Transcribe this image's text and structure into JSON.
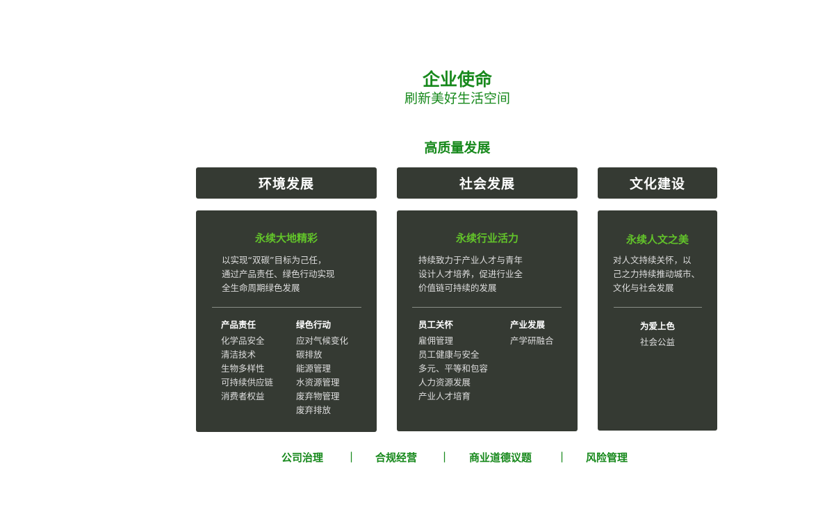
{
  "mission": {
    "title": "企业使命",
    "subtitle": "刷新美好生活空间"
  },
  "section_title": "高质量发展",
  "pillars": [
    {
      "header": "环境发展",
      "title": "永续大地精彩",
      "desc": [
        "以实现“双碳”目标为己任，",
        "通过产品责任、绿色行动实现",
        "全生命周期绿色发展"
      ],
      "columns": [
        {
          "heading": "产品责任",
          "items": [
            "化学品安全",
            "清洁技术",
            "生物多样性",
            "可持续供应链",
            "消费者权益"
          ]
        },
        {
          "heading": "绿色行动",
          "items": [
            "应对气候变化",
            "碳排放",
            "能源管理",
            "水资源管理",
            "废弃物管理",
            "废弃排放"
          ]
        }
      ]
    },
    {
      "header": "社会发展",
      "title": "永续行业活力",
      "desc": [
        "持续致力于产业人才与青年",
        "设计人才培养，促进行业全",
        "价值链可持续的发展"
      ],
      "columns": [
        {
          "heading": "员工关怀",
          "items": [
            "雇佣管理",
            "员工健康与安全",
            "多元、平等和包容",
            "人力资源发展",
            "产业人才培育"
          ]
        },
        {
          "heading": "产业发展",
          "items": [
            "产学研融合"
          ]
        }
      ]
    },
    {
      "header": "文化建设",
      "title": "永续人文之美",
      "desc": [
        "对人文持续关怀，以",
        "己之力持续推动城市、",
        "文化与社会发展"
      ],
      "columns": [
        {
          "heading": "为爱上色",
          "items": [
            "社会公益"
          ]
        }
      ]
    }
  ],
  "foundation": [
    "公司治理",
    "合规经营",
    "商业道德议题",
    "风险管理"
  ],
  "separator": "|",
  "colors": {
    "accent": "#17891c",
    "card": "#353a33",
    "highlight": "#62c32a"
  }
}
